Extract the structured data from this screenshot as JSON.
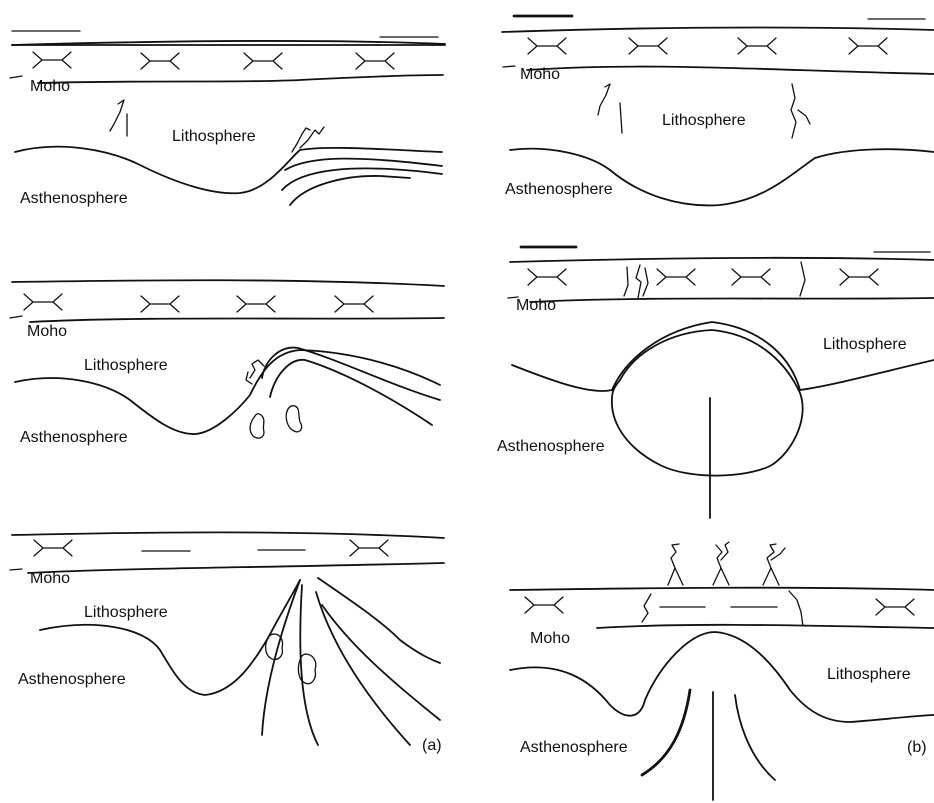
{
  "labels": {
    "moho": "Moho",
    "lithosphere": "Lithosphere",
    "asthenosphere": "Asthenosphere",
    "panel_a": "(a)",
    "panel_b": "(b)"
  }
}
